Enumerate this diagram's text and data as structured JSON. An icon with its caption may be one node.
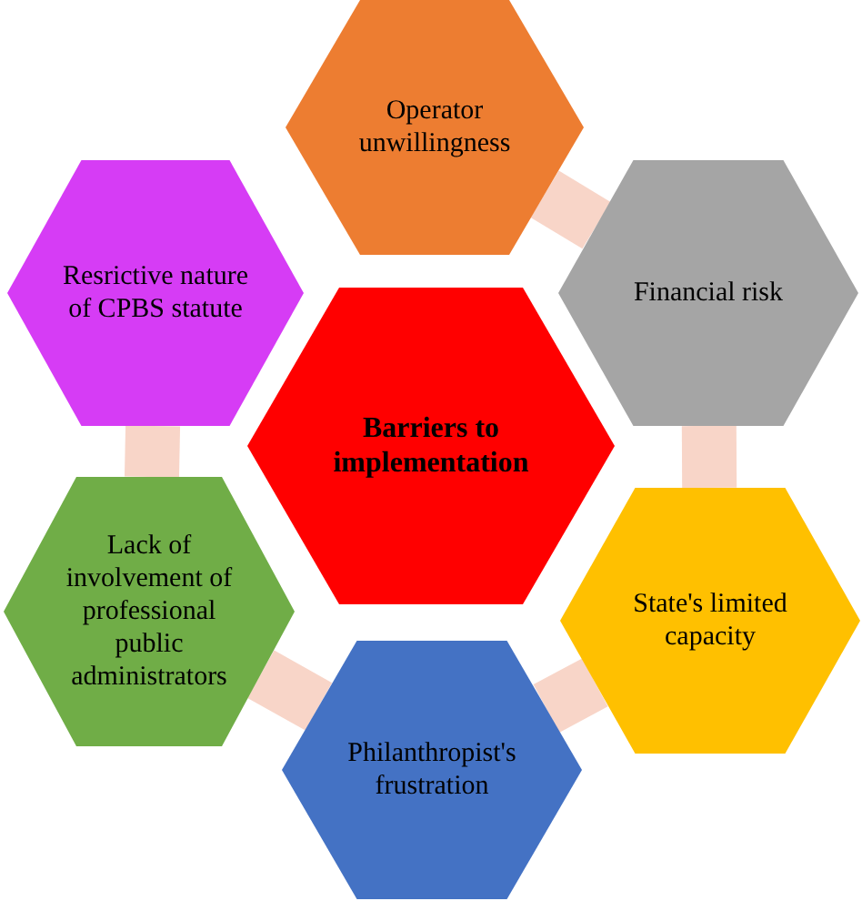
{
  "diagram": {
    "nodes": [
      {
        "text": [
          "Barriers to implementation"
        ]
      },
      {
        "text": [
          "Operator unwillingness"
        ]
      },
      {
        "text": [
          "Financial risk"
        ]
      },
      {
        "text": [
          "State's limited capacity"
        ]
      },
      {
        "text": [
          "Philanthropist's frustration"
        ]
      },
      {
        "text": [
          "Lack of involvement of professional public administrators"
        ]
      },
      {
        "text": [
          "Resrictive nature of CPBS statute"
        ]
      }
    ],
    "edges": [
      {
        "from": 1,
        "to": 2,
        "arrow": "none"
      },
      {
        "from": 2,
        "to": 3,
        "arrow": "none"
      },
      {
        "from": 3,
        "to": 4,
        "arrow": "none"
      },
      {
        "from": 4,
        "to": 5,
        "arrow": "none"
      },
      {
        "from": 5,
        "to": 6,
        "arrow": "none"
      }
    ]
  }
}
